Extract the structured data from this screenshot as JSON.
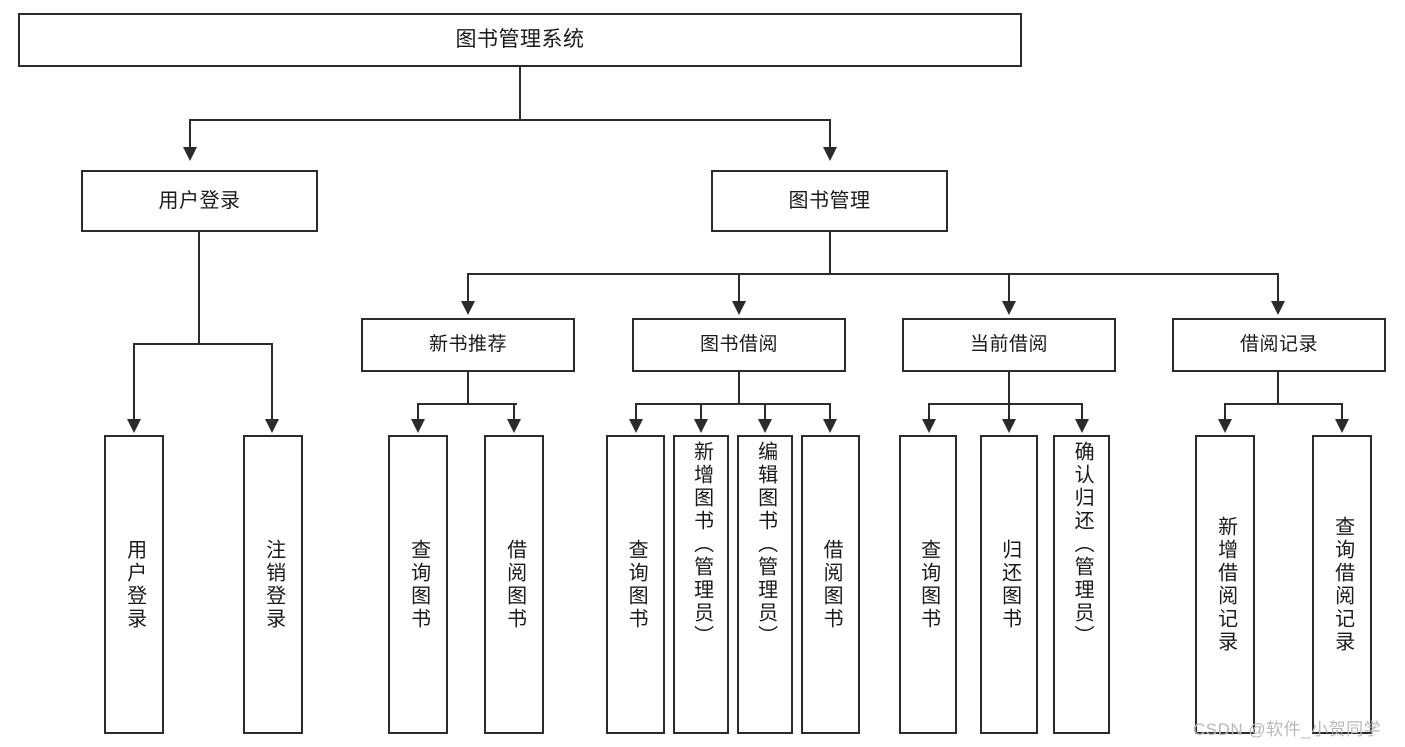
{
  "diagram": {
    "type": "tree",
    "title": "图书管理系统",
    "watermark": "CSDN @软件_小贺同学",
    "colors": {
      "stroke": "#2b2b2b",
      "fill": "#ffffff",
      "text": "#1a1a1a",
      "watermark": "#b9b9b9"
    },
    "levels": {
      "root": {
        "label": "图书管理系统"
      },
      "level2": [
        {
          "id": "user-login",
          "label": "用户登录"
        },
        {
          "id": "book-manage",
          "label": "图书管理"
        }
      ],
      "level3": [
        {
          "id": "new-book-recommend",
          "label": "新书推荐",
          "parent": "book-manage"
        },
        {
          "id": "book-borrow",
          "label": "图书借阅",
          "parent": "book-manage"
        },
        {
          "id": "current-borrow",
          "label": "当前借阅",
          "parent": "book-manage"
        },
        {
          "id": "borrow-record",
          "label": "借阅记录",
          "parent": "book-manage"
        }
      ],
      "leaves": [
        {
          "id": "leaf-user-login",
          "label": "用户登录",
          "parent": "user-login"
        },
        {
          "id": "leaf-user-logout",
          "label": "注销登录",
          "parent": "user-login"
        },
        {
          "id": "leaf-query-book-1",
          "label": "查询图书",
          "parent": "new-book-recommend"
        },
        {
          "id": "leaf-borrow-book-1",
          "label": "借阅图书",
          "parent": "new-book-recommend"
        },
        {
          "id": "leaf-query-book-2",
          "label": "查询图书",
          "parent": "book-borrow"
        },
        {
          "id": "leaf-add-book",
          "label": "新增图书（管理员）",
          "parent": "book-borrow"
        },
        {
          "id": "leaf-edit-book",
          "label": "编辑图书（管理员）",
          "parent": "book-borrow"
        },
        {
          "id": "leaf-borrow-book-2",
          "label": "借阅图书",
          "parent": "book-borrow"
        },
        {
          "id": "leaf-query-book-3",
          "label": "查询图书",
          "parent": "current-borrow"
        },
        {
          "id": "leaf-return-book",
          "label": "归还图书",
          "parent": "current-borrow"
        },
        {
          "id": "leaf-confirm-return",
          "label": "确认归还（管理员）",
          "parent": "current-borrow"
        },
        {
          "id": "leaf-add-record",
          "label": "新增借阅记录",
          "parent": "borrow-record"
        },
        {
          "id": "leaf-query-record",
          "label": "查询借阅记录",
          "parent": "borrow-record"
        }
      ]
    }
  }
}
